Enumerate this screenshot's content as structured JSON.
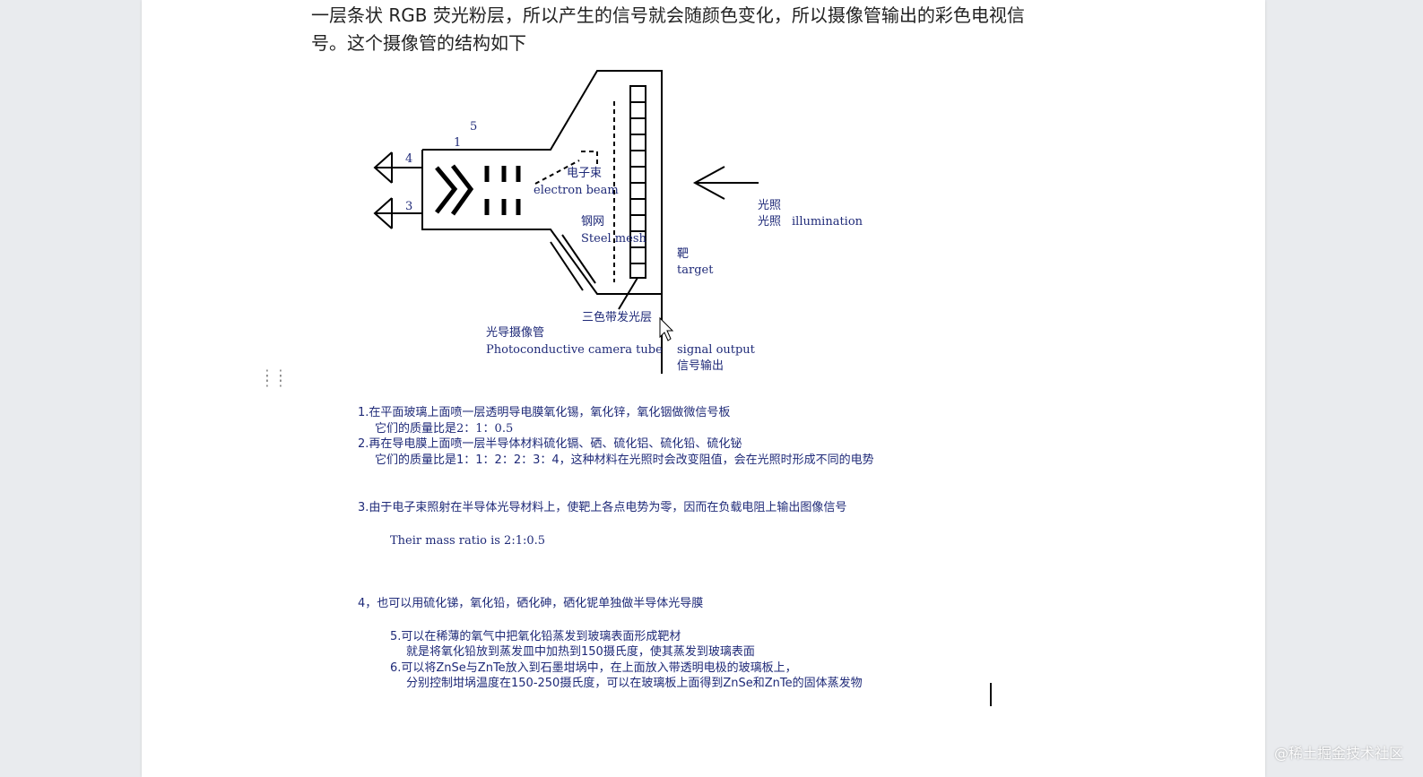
{
  "intro": {
    "line1": "一层条状 RGB 荧光粉层，所以产生的信号就会随颜色变化，所以摄像管输出的彩色电视信",
    "line2": "号。这个摄像管的结构如下"
  },
  "diagram": {
    "label_5": "5",
    "label_1": "1",
    "label_4": "4",
    "label_3": "3",
    "electron_beam_cn": "电子束",
    "electron_beam_en": "electron beam",
    "steel_mesh_cn": "钢网",
    "steel_mesh_en": "Steel mesh",
    "illumination_cn_1": "光照",
    "illumination_cn_2": "光照",
    "illumination_en": "illumination",
    "target_cn": "靶",
    "target_en": "target",
    "phosphor_cn": "三色带发光层",
    "tube_cn": "光导摄像管",
    "tube_en": "Photoconductive camera tube",
    "signal_en": "signal output",
    "signal_cn": "信号输出"
  },
  "notes": {
    "n1": "1.在平面玻璃上面喷一层透明导电膜氧化锡，氧化锌，氧化铟做微信号板",
    "n1b": "它们的质量比是2：1：0.5",
    "n2": "2.再在导电膜上面喷一层半导体材料硫化镉、硒、硫化铝、硫化铅、硫化铋",
    "n2b": "它们的质量比是1：1：2：2：3：4，这种材料在光照时会改变阻值，会在光照时形成不同的电势",
    "n3": "3.由于电子束照射在半导体光导材料上，使靶上各点电势为零，因而在负载电阻上输出图像信号",
    "n3b": "Their mass ratio is 2:1:0.5",
    "n4": "4，也可以用硫化锑，氧化铅，硒化砷，硒化铌单独做半导体光导膜",
    "n5": "5.可以在稀薄的氧气中把氧化铅蒸发到玻璃表面形成靶材",
    "n5b": "就是将氧化铅放到蒸发皿中加热到150摄氏度，使其蒸发到玻璃表面",
    "n6": "6.可以将ZnSe与ZnTe放入到石墨坩埚中，在上面放入带透明电极的玻璃板上，",
    "n6b": "分别控制坩埚温度在150-250摄氏度，可以在玻璃板上面得到ZnSe和ZnTe的固体蒸发物"
  },
  "watermark": "@稀土掘金技术社区",
  "colors": {
    "label_blue": "#1f2a78",
    "page_bg": "#ffffff",
    "outer_bg": "#e9ebee"
  },
  "icons": {
    "drag_handle": "drag-handle-icon",
    "cursor": "mouse-pointer-icon"
  }
}
